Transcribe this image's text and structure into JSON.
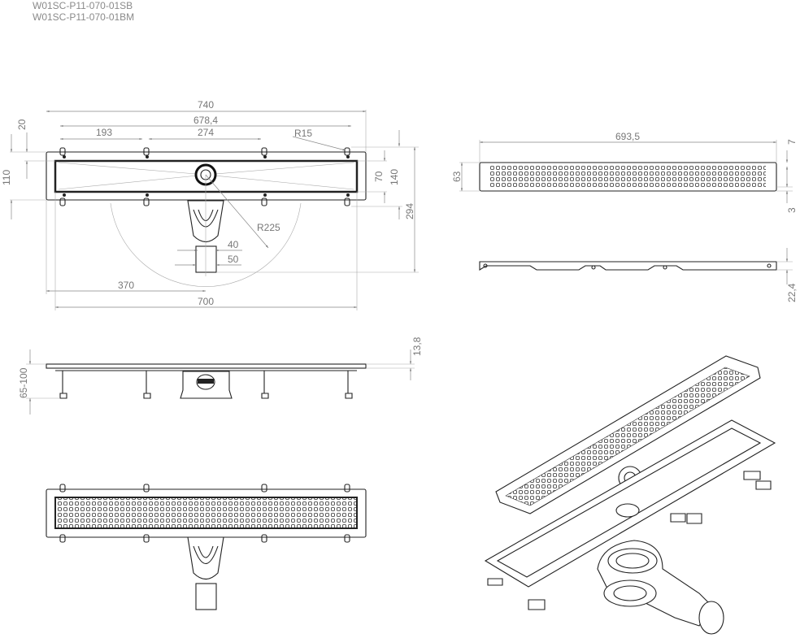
{
  "header": {
    "codes": [
      "W01SC-P11-070-01SB",
      "W01SC-P11-070-01BM"
    ]
  },
  "top_view": {
    "dims": {
      "overall": "740",
      "holes_span": "678,4",
      "seg1": "193",
      "seg2": "274",
      "corner_radius": "R15",
      "flange": "20",
      "width": "110",
      "channel": "70",
      "feet": "140",
      "depth": "294",
      "swing_radius": "R225",
      "outlet_inner": "40",
      "outlet_outer": "50",
      "outlet_offset": "370",
      "channel_length": "700"
    }
  },
  "grate_view": {
    "dims": {
      "length": "693,5",
      "edge": "7",
      "width": "63",
      "lip": "3",
      "height": "22,4"
    }
  },
  "side_view": {
    "dims": {
      "flange_height": "13,8",
      "adjust_range": "65-100"
    }
  }
}
